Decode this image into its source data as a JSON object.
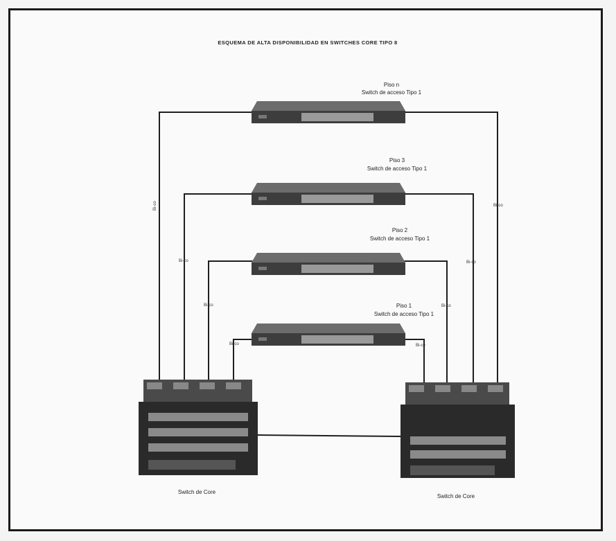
{
  "title": "ESQUEMA DE ALTA DISPONIBILIDAD EN SWITCHES CORE TIPO 8",
  "access_switches": [
    {
      "floor": "Piso n",
      "type": "Switch de acceso Tipo 1"
    },
    {
      "floor": "Piso 3",
      "type": "Switch de acceso Tipo 1"
    },
    {
      "floor": "Piso 2",
      "type": "Switch de acceso Tipo 1"
    },
    {
      "floor": "Piso 1",
      "type": "Switch de acceso Tipo 1"
    }
  ],
  "core_switches": [
    {
      "label": "Switch de Core"
    },
    {
      "label": "Switch de Core"
    }
  ],
  "link_labels": {
    "left": [
      "Bi-co",
      "Bi-co",
      "Bi-co",
      "Bi-co"
    ],
    "right": [
      "Bi-co",
      "Bi-co",
      "Bi-co",
      "Bi-co"
    ]
  },
  "colors": {
    "line": "#1e1e1e",
    "switch_body": "#3d3d3d",
    "switch_top": "#6c6c6c",
    "core_body": "#2a2a2a"
  }
}
